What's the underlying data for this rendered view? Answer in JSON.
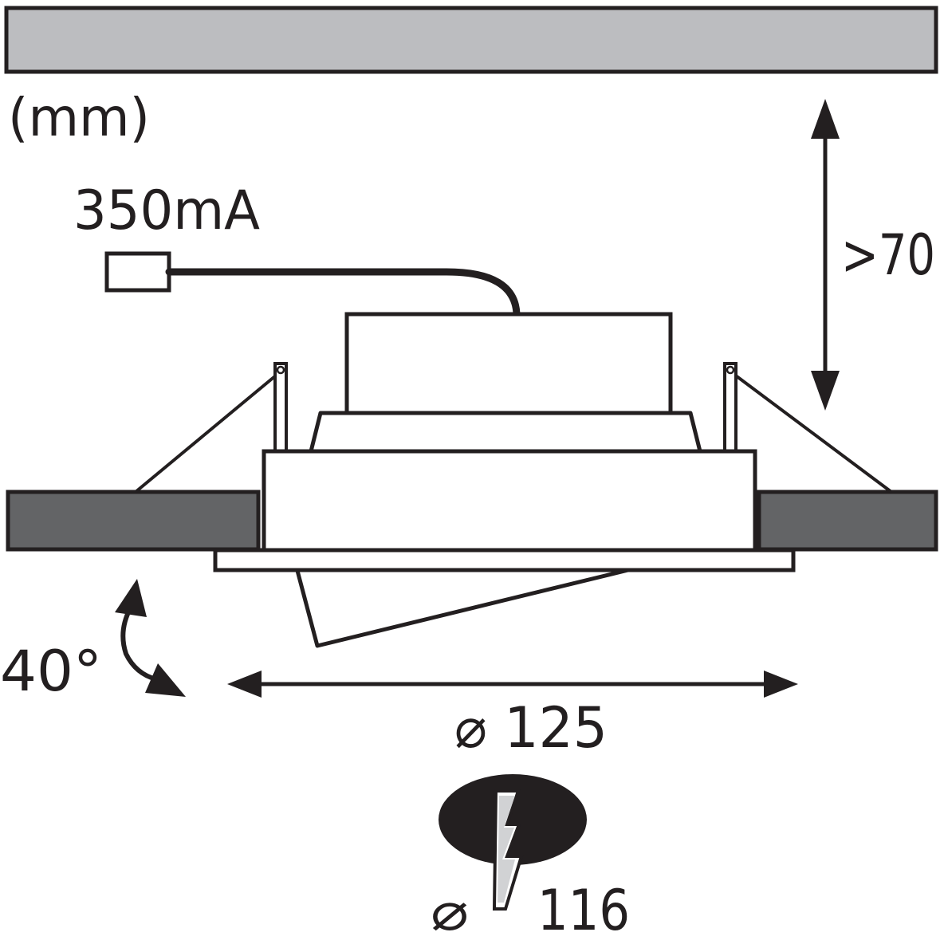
{
  "labels": {
    "unit": "(mm)",
    "current": "350mA",
    "min_depth": ">70",
    "tilt_angle": "40°",
    "outer_diameter": "⌀ 125",
    "cutout_symbol": "⌀",
    "cutout_diameter": "116"
  },
  "colors": {
    "outline": "#231f20",
    "ceiling_top_fill": "#bcbdc0",
    "ceiling_panel_fill": "#636466",
    "background": "#ffffff",
    "hole_fill": "#231f20",
    "bolt_fill": "#d1d2d4"
  }
}
